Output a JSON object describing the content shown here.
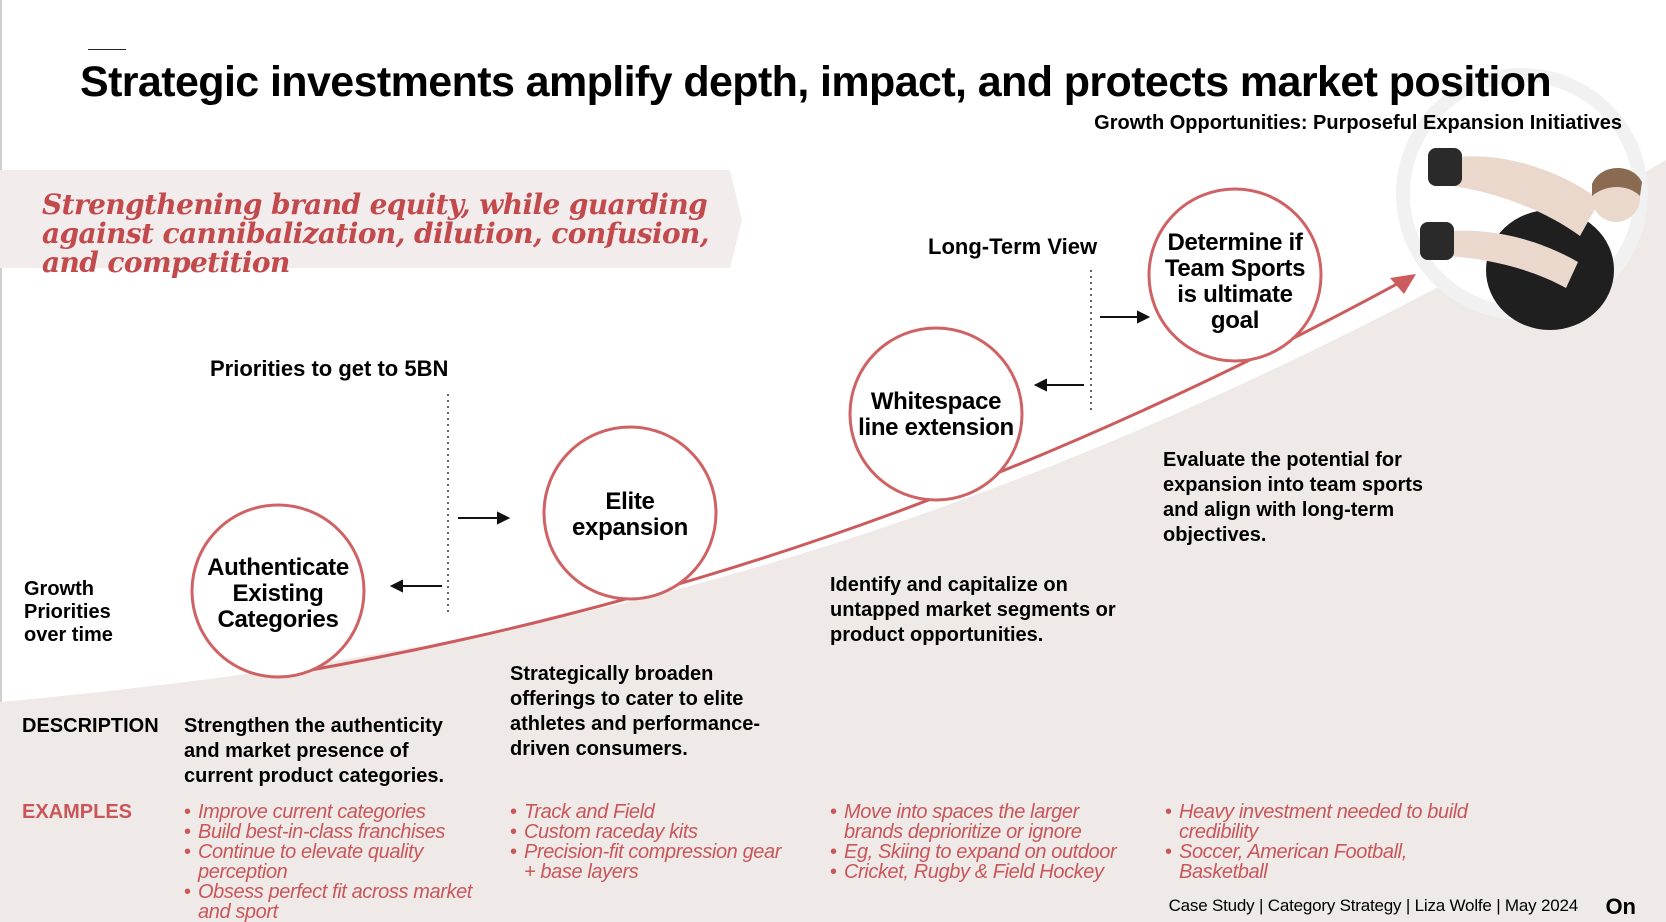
{
  "slide": {
    "title": "Strategic investments amplify depth, impact, and protects market position",
    "subtitle": "Growth Opportunities: Purposeful Expansion Initiatives",
    "banner": "Strengthening brand equity, while guarding against cannibalization, dilution, confusion, and competition",
    "growth_label": "Growth Priorities over time",
    "priorities_label": "Priorities to get to 5BN",
    "long_term_label": "Long-Term View",
    "colors": {
      "accent": "#c9575a",
      "banner_bg": "#f3ecec",
      "curve_area": "#efe9e8"
    }
  },
  "stages": [
    {
      "circle_label": "Authenticate Existing Categories",
      "description": "Strengthen the authenticity and market presence of current product categories.",
      "examples": [
        "Improve current categories",
        "Build best-in-class franchises",
        "Continue to elevate quality perception",
        "Obsess perfect fit across market and sport"
      ]
    },
    {
      "circle_label": "Elite expansion",
      "description": "Strategically broaden offerings to cater to elite athletes and performance-driven consumers.",
      "examples": [
        "Track and Field",
        "Custom raceday kits",
        "Precision-fit compression gear + base layers"
      ]
    },
    {
      "circle_label": "Whitespace line extension",
      "description": "Identify and capitalize on untapped market segments or product opportunities.",
      "examples": [
        "Move into spaces the larger brands deprioritize or ignore",
        "Eg, Skiing to expand on outdoor",
        "Cricket, Rugby & Field Hockey"
      ]
    },
    {
      "circle_label": "Determine if Team Sports is ultimate goal",
      "description": "Evaluate the potential for expansion into team sports and align with long-term objectives.",
      "examples": [
        "Heavy investment needed to build credibility",
        "Soccer, American Football, Basketball"
      ]
    }
  ],
  "rows": {
    "description_heading": "DESCRIPTION",
    "examples_heading": "EXAMPLES"
  },
  "footer": {
    "text": "Case Study  |  Category Strategy  |  Liza Wolfe  |  May 2024",
    "logo": "On"
  }
}
